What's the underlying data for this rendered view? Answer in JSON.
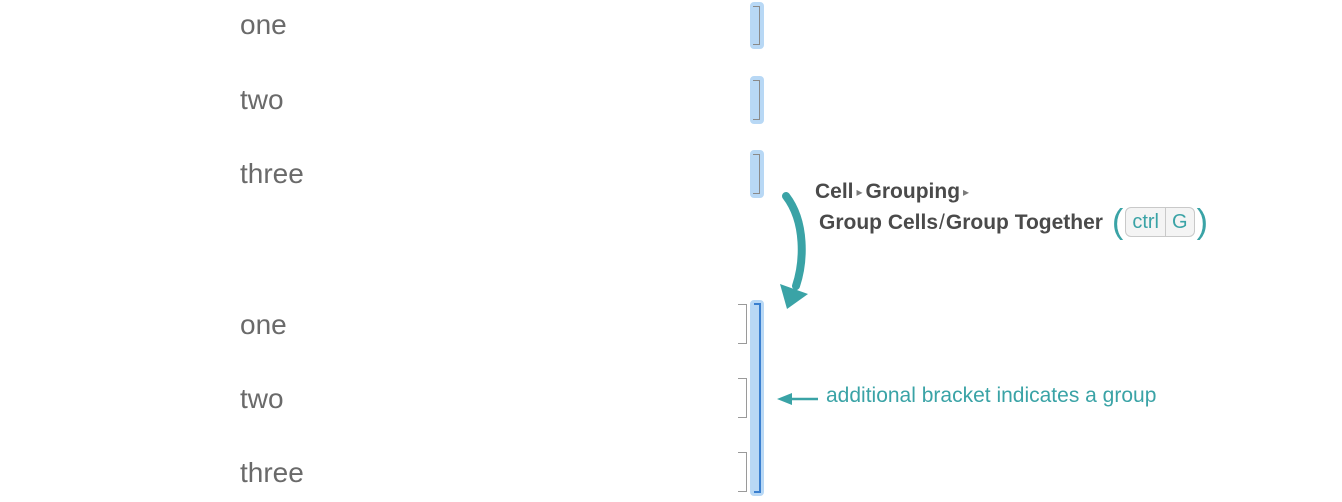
{
  "before_cells": [
    "one",
    "two",
    "three"
  ],
  "after_cells": [
    "one",
    "two",
    "three"
  ],
  "menu": {
    "path_item_1": "Cell",
    "path_item_2": "Grouping",
    "path_separator": "▸",
    "command_1": "Group Cells",
    "command_separator": "/",
    "command_2": "Group Together"
  },
  "shortcut": {
    "key_1": "ctrl",
    "key_2": "G"
  },
  "annotation": "additional bracket indicates a group",
  "colors": {
    "accent": "#3aa3a6",
    "bracket_fill": "#b8d8f5",
    "group_bracket": "#3a7fcf",
    "cell_text": "#6a6a6a"
  }
}
